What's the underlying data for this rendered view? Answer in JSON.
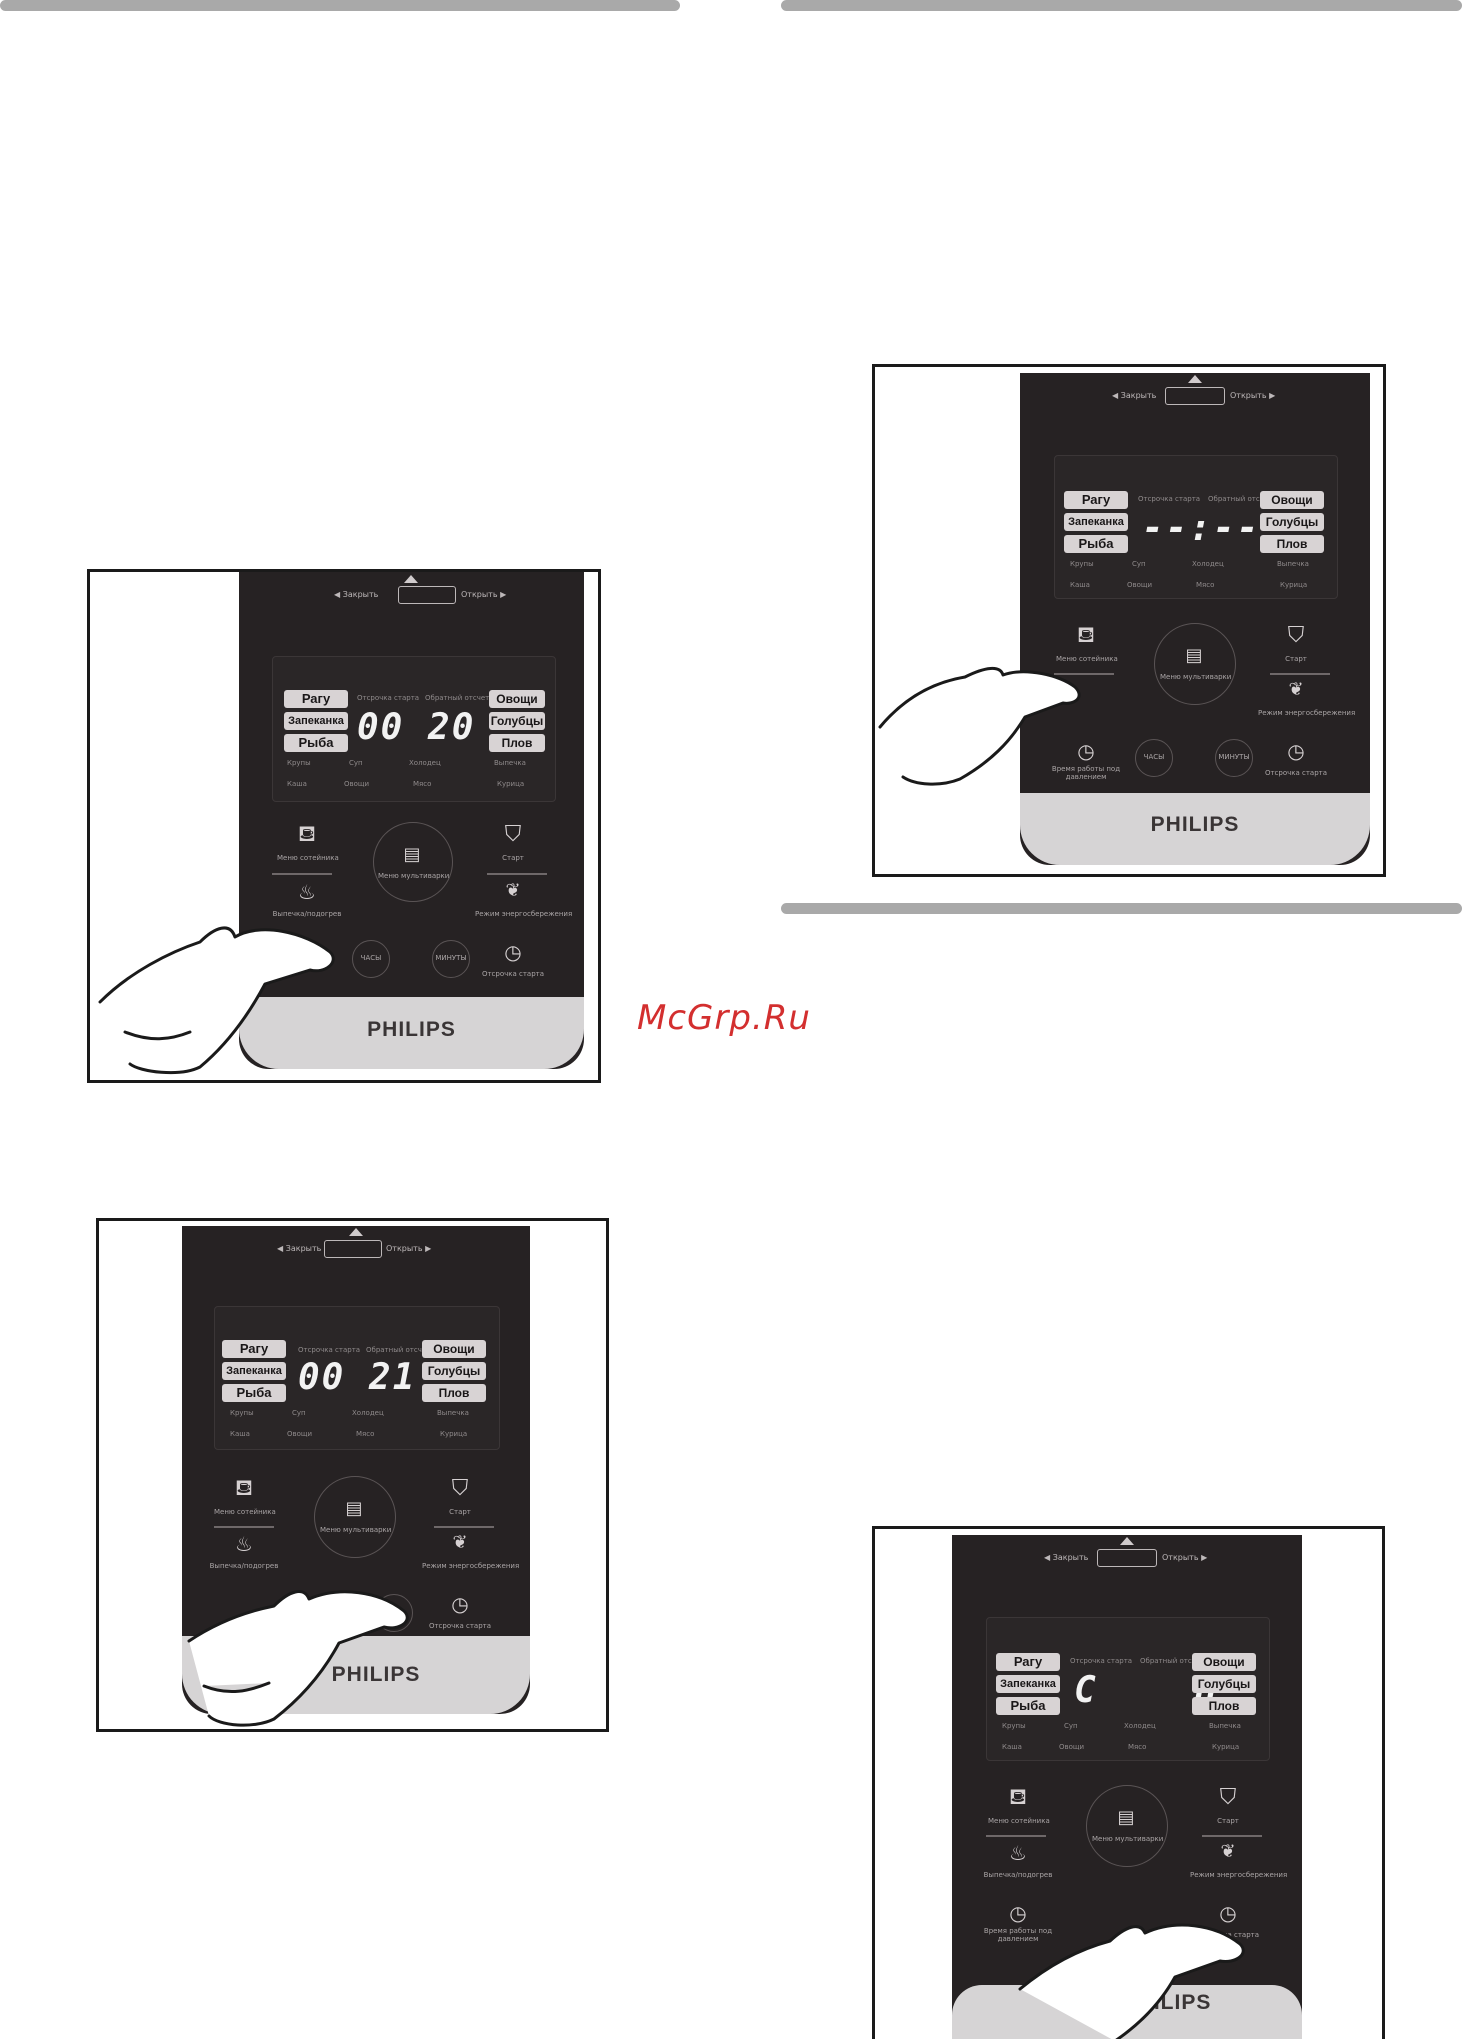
{
  "brand": "PHILIPS",
  "watermark": "McGrp.Ru",
  "lid": {
    "close": "Закрыть",
    "open": "Открыть"
  },
  "chips": {
    "ragu": "Рагу",
    "zapekanka": "Запеканка",
    "ryba": "Рыба",
    "ovoshchi": "Овощи",
    "golubtsy": "Голубцы",
    "plov": "Плов"
  },
  "presets": {
    "krupy": "Крупы",
    "sup": "Суп",
    "kholodets": "Холодец",
    "vypechka": "Выпечка",
    "kasha": "Каша",
    "ovoshchi": "Овощи",
    "myaso": "Мясо",
    "kuritsa": "Курица"
  },
  "display_labels": {
    "delay": "Отсрочка старта",
    "countdown": "Обратный отсчет"
  },
  "buttons": {
    "sous_vide": "Меню сотейника",
    "steam": "Выпечка/подогрев",
    "multi_menu": "Меню мультиварки",
    "start": "Старт",
    "eco": "Режим энергосбережения",
    "pressure_time": "Время работы под давлением",
    "hours": "ЧАСЫ",
    "minutes": "МИНУТЫ",
    "delay_start": "Отсрочка старта"
  },
  "screens": [
    {
      "display": "00 20"
    },
    {
      "display": "00 21"
    },
    {
      "display": "--:--"
    },
    {
      "display": "C    Π"
    }
  ],
  "colors": {
    "panel": "#262223",
    "base": "#d6d4d5",
    "rule": "#a9a9a9",
    "watermark": "#d32f2f"
  }
}
